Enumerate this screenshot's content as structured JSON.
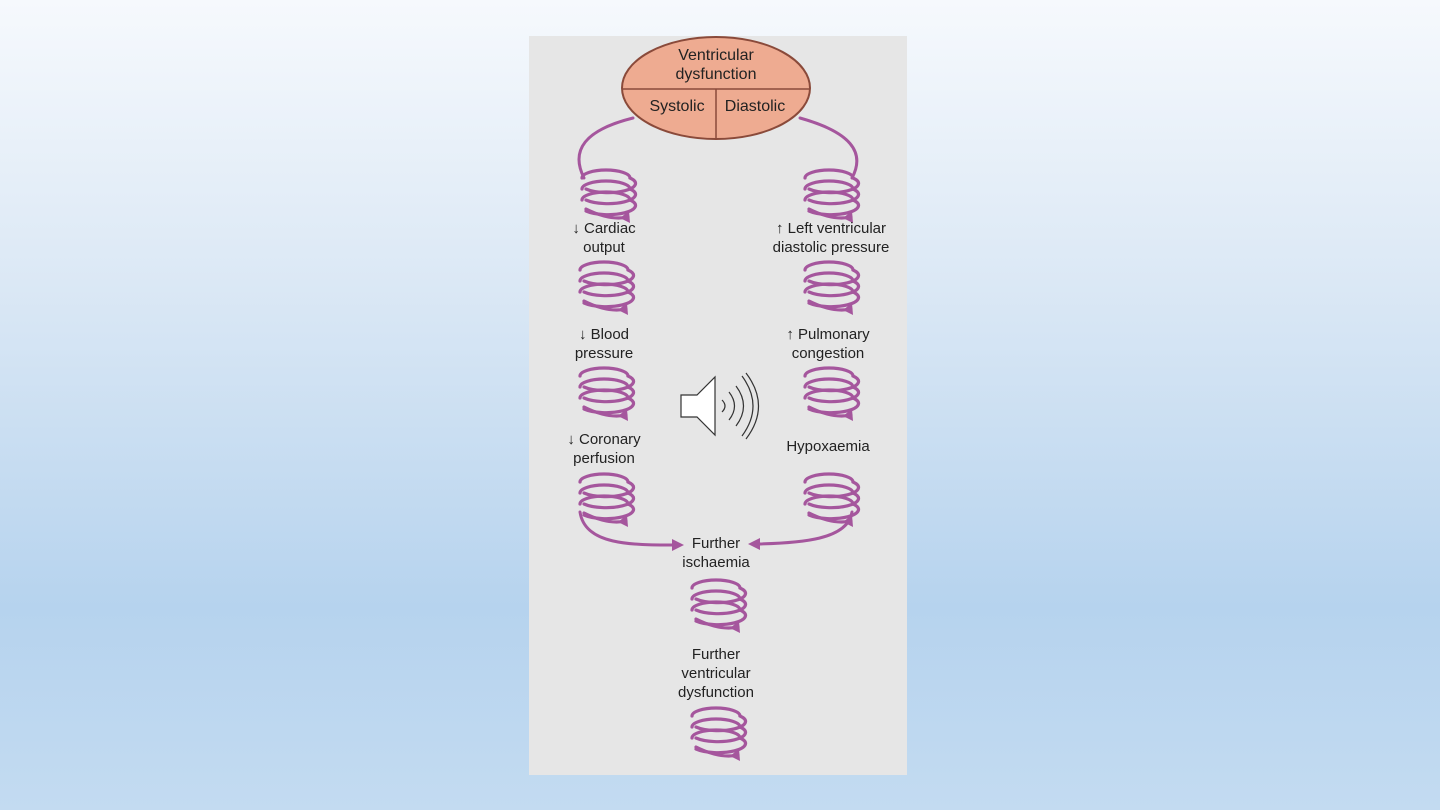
{
  "diagram": {
    "oval": {
      "title_line1": "Ventricular",
      "title_line2": "dysfunction",
      "left": "Systolic",
      "right": "Diastolic"
    },
    "left_branch": {
      "step1_line1": "↓ Cardiac",
      "step1_line2": "output",
      "step2_line1": "↓ Blood",
      "step2_line2": "pressure",
      "step3_line1": "↓ Coronary",
      "step3_line2": "perfusion"
    },
    "right_branch": {
      "step1_line1": "↑ Left ventricular",
      "step1_line2": "diastolic pressure",
      "step2_line1": "↑ Pulmonary",
      "step2_line2": "congestion",
      "step3_line1": "Hypoxaemia"
    },
    "merge": {
      "line1": "Further",
      "line2": "ischaemia"
    },
    "final": {
      "line1": "Further",
      "line2": "ventricular",
      "line3": "dysfunction"
    }
  },
  "colors": {
    "oval_fill": "#eeab91",
    "oval_stroke": "#8a4a3a",
    "arrow": "#a5569d",
    "panel": "#e6e6e6"
  },
  "icons": [
    "speaker-icon"
  ]
}
